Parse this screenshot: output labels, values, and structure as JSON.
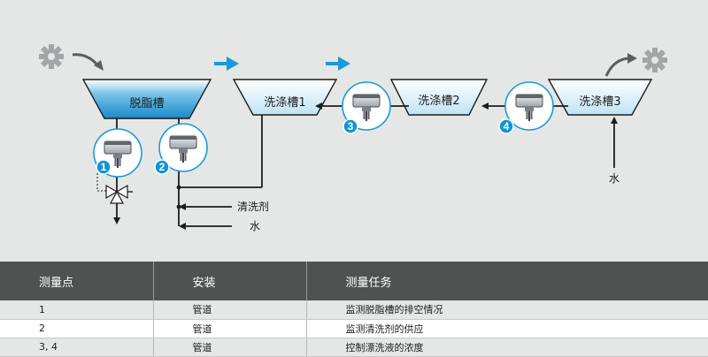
{
  "tanks": [
    {
      "id": "degreasing",
      "label": "脱脂槽"
    },
    {
      "id": "rinse1",
      "label": "洗涤槽1"
    },
    {
      "id": "rinse2",
      "label": "洗涤槽2"
    },
    {
      "id": "rinse3",
      "label": "洗涤槽3"
    }
  ],
  "sensors": [
    {
      "number": "1"
    },
    {
      "number": "2"
    },
    {
      "number": "3"
    },
    {
      "number": "4"
    }
  ],
  "inlets": {
    "cleaner": "清洗剂",
    "water_left": "水",
    "water_right": "水"
  },
  "icons": {
    "left_gear": "gear-icon",
    "right_gear": "gear-icon",
    "flow_arrows": "flow-arrow-icon",
    "valve": "three-way-valve-icon"
  },
  "colors": {
    "diagram_bg": "#e4e7e5",
    "liquid_blue": "#1a9ad8",
    "liquid_light": "#d9eff9",
    "badge_blue": "#0f95d3",
    "table_header": "#505252",
    "table_stripe": "#e4e7e5"
  },
  "table": {
    "headers": [
      "测量点",
      "安装",
      "测量任务"
    ],
    "rows": [
      [
        "1",
        "管道",
        "监测脱脂槽的排空情况"
      ],
      [
        "2",
        "管道",
        "监测清洗剂的供应"
      ],
      [
        "3, 4",
        "管道",
        "控制漂洗液的浓度"
      ]
    ]
  }
}
